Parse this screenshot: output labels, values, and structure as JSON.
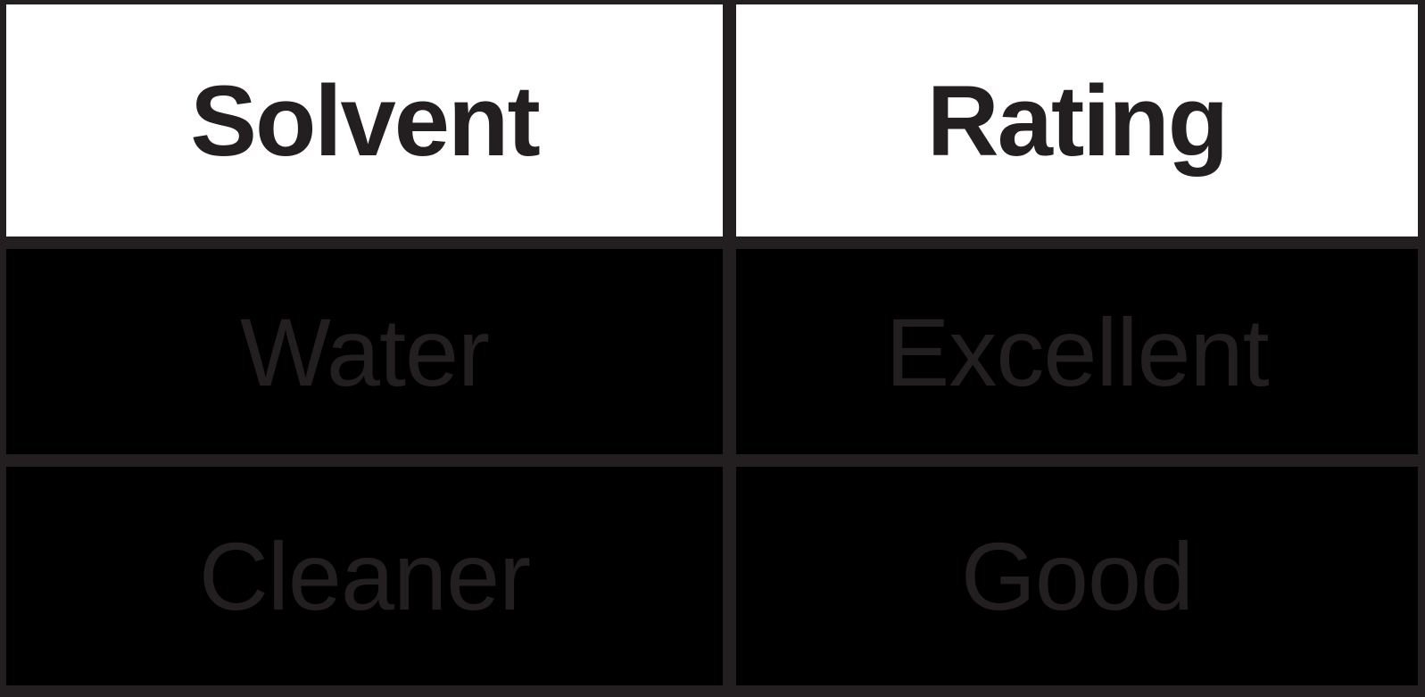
{
  "table": {
    "columns": [
      {
        "label": "Solvent"
      },
      {
        "label": "Rating"
      }
    ],
    "rows": [
      {
        "solvent": "Water",
        "rating": "Excellent"
      },
      {
        "solvent": "Cleaner",
        "rating": "Good"
      }
    ],
    "colors": {
      "grid_line": "#231f20",
      "header_background": "#ffffff",
      "header_text": "#231f20",
      "cell_background": "#000000",
      "cell_text": "#231f20"
    }
  },
  "chart_data": {
    "type": "table",
    "title": "",
    "columns": [
      "Solvent",
      "Rating"
    ],
    "rows": [
      [
        "Water",
        "Excellent"
      ],
      [
        "Cleaner",
        "Good"
      ]
    ],
    "layout_hints": {
      "header_style": "white background, bold dark text",
      "body_style": "black background, dark low-contrast text",
      "grid": "thick dark charcoal grid lines"
    }
  }
}
